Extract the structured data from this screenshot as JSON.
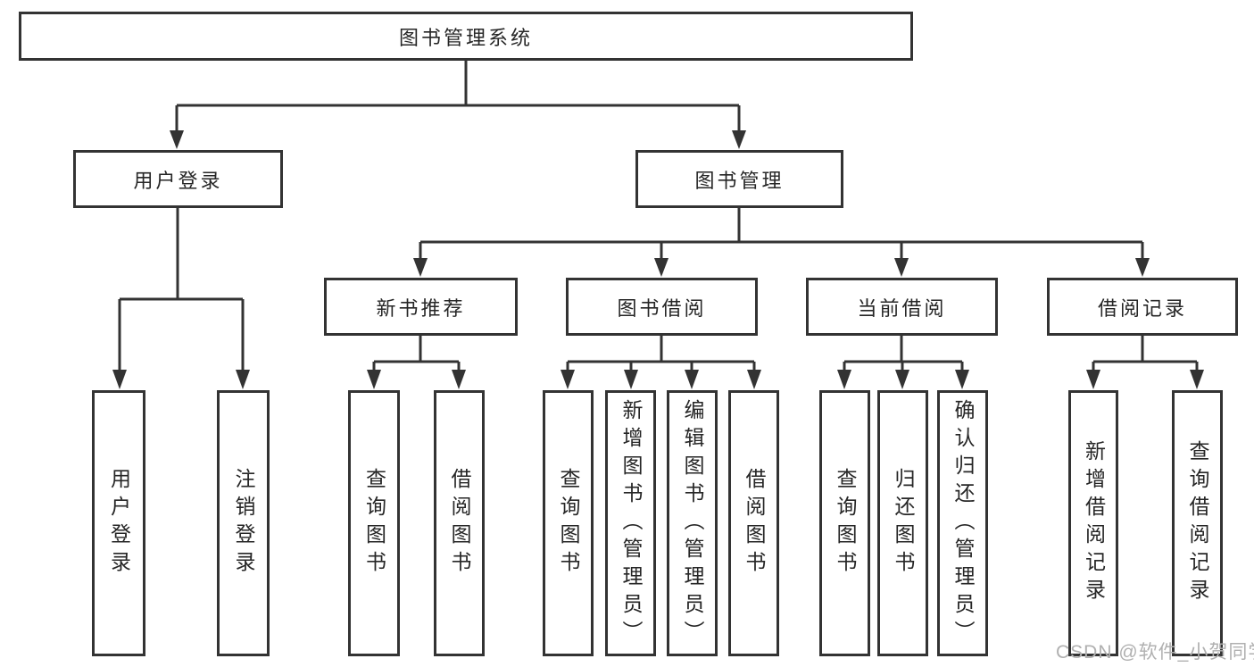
{
  "diagram": {
    "root": {
      "label": "图书管理系统"
    },
    "branches": [
      {
        "label": "用户登录",
        "children": [
          {
            "label": "用户登录"
          },
          {
            "label": "注销登录"
          }
        ]
      },
      {
        "label": "图书管理",
        "sections": [
          {
            "label": "新书推荐",
            "children": [
              {
                "label": "查询图书"
              },
              {
                "label": "借阅图书"
              }
            ]
          },
          {
            "label": "图书借阅",
            "children": [
              {
                "label": "查询图书"
              },
              {
                "label": "新增图书（管理员）"
              },
              {
                "label": "编辑图书（管理员）"
              },
              {
                "label": "借阅图书"
              }
            ]
          },
          {
            "label": "当前借阅",
            "children": [
              {
                "label": "查询图书"
              },
              {
                "label": "归还图书"
              },
              {
                "label": "确认归还（管理员）"
              }
            ]
          },
          {
            "label": "借阅记录",
            "children": [
              {
                "label": "新增借阅记录"
              },
              {
                "label": "查询借阅记录"
              }
            ]
          }
        ]
      }
    ]
  },
  "watermark": {
    "text": "CSDN @软件_小贺同学"
  },
  "colors": {
    "line": "#333333",
    "text": "#262626",
    "watermark": "#b0b0b0",
    "background": "#ffffff"
  }
}
